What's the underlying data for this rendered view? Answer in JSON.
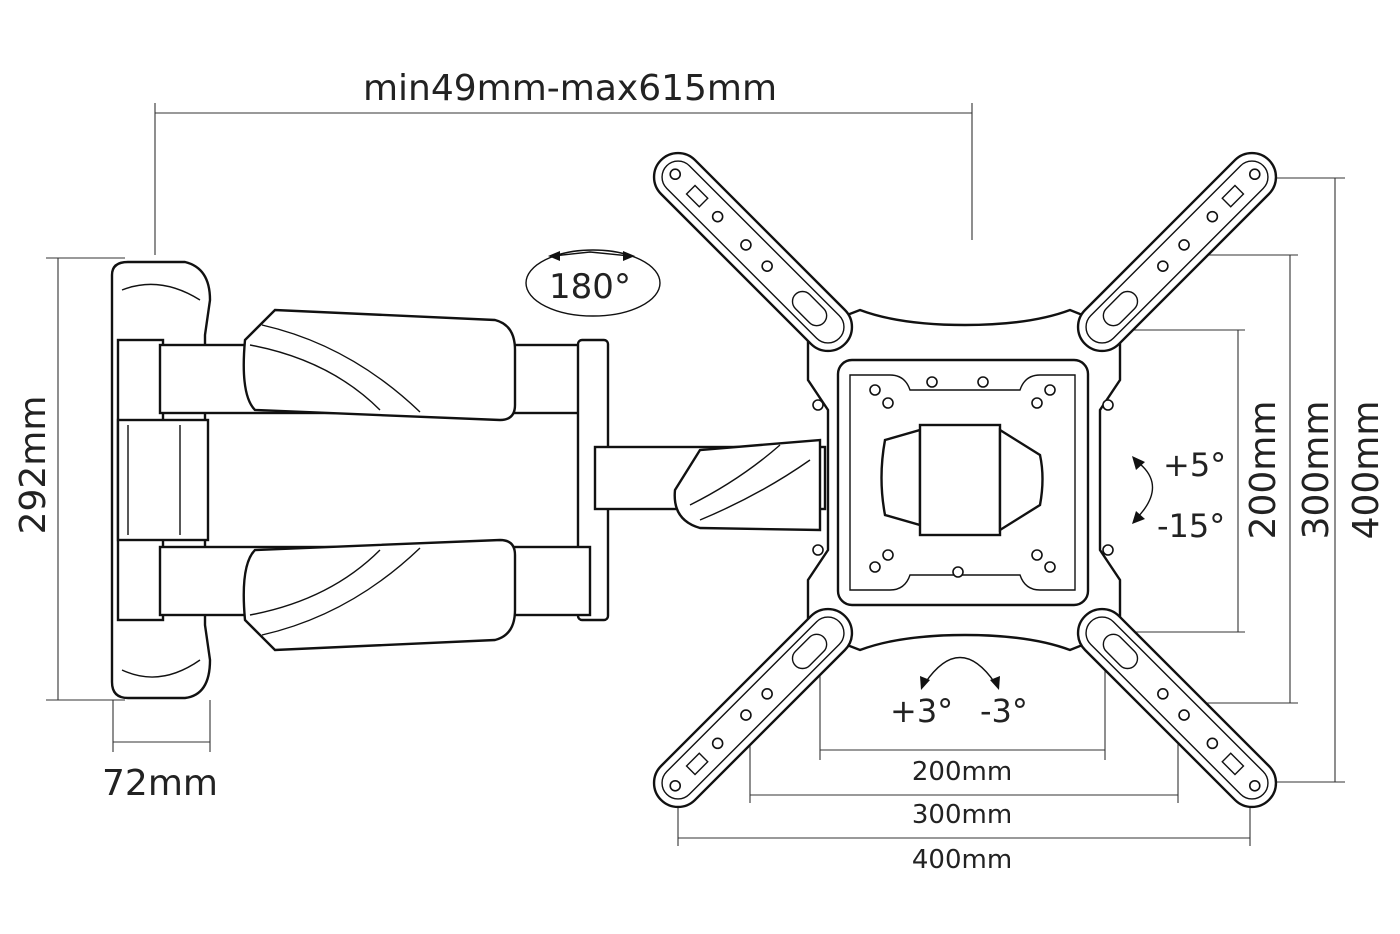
{
  "diagram": {
    "title_dimension": "min49mm-max615mm",
    "swivel_label": "180°",
    "wall_plate_height": "292mm",
    "wall_plate_depth": "72mm",
    "tilt_up": "+5°",
    "tilt_down": "-15°",
    "vertical_vesa": [
      "200mm",
      "300mm",
      "400mm"
    ],
    "rotate_plus": "+3°",
    "rotate_minus": "-3°",
    "horizontal_vesa": [
      "200mm",
      "300mm",
      "400mm"
    ]
  }
}
